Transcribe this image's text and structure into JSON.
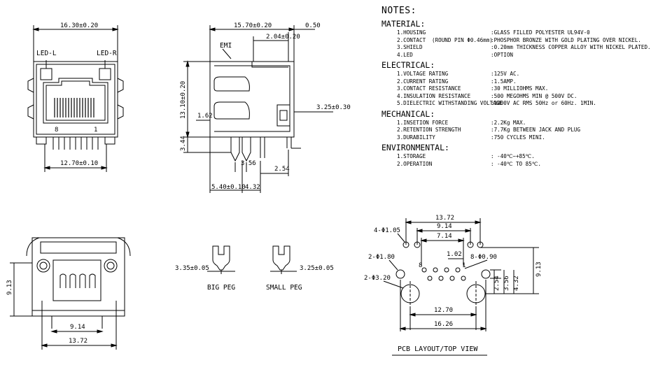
{
  "notes": {
    "title": "NOTES:",
    "sections": [
      {
        "name": "MATERIAL:",
        "rows": [
          {
            "item": "1.HOUSING",
            "extra": "",
            "value": ":GLASS FILLED POLYESTER UL94V-0"
          },
          {
            "item": "2.CONTACT",
            "extra": "(ROUND PIN Φ0.46mm)",
            "value": ":PHOSPHOR BRONZE WITH GOLD PLATING OVER NICKEL."
          },
          {
            "item": "3.SHIELD",
            "extra": "",
            "value": ":0.20mm THICKNESS COPPER ALLOY WITH NICKEL PLATED."
          },
          {
            "item": "4.LED",
            "extra": "",
            "value": ":OPTION"
          }
        ]
      },
      {
        "name": "ELECTRICAL:",
        "rows": [
          {
            "item": "1.VOLTAGE RATING",
            "extra": "",
            "value": ":125V AC."
          },
          {
            "item": "2.CURRENT RATING",
            "extra": "",
            "value": ":1.5AMP."
          },
          {
            "item": "3.CONTACT RESISTANCE",
            "extra": "",
            "value": ":30 MILLIOHMS MAX."
          },
          {
            "item": "4.INSULATION RESISTANCE",
            "extra": "",
            "value": ":500 MEGOHMS MIN @ 500V DC."
          },
          {
            "item": "5.DIELECTRIC WITHSTANDING VOLTAGE",
            "extra": "",
            "value": ":1000V AC RMS 50Hz or 60Hz. 1MIN."
          }
        ]
      },
      {
        "name": "MECHANICAL:",
        "rows": [
          {
            "item": "1.INSETION FORCE",
            "extra": "",
            "value": ":2.2Kg MAX."
          },
          {
            "item": "2.RETENTION STRENGTH",
            "extra": "",
            "value": ":7.7Kg BETWEEN JACK AND PLUG"
          },
          {
            "item": "3.DURABILITY",
            "extra": "",
            "value": ":750 CYCLES MINI."
          }
        ]
      },
      {
        "name": "ENVIRONMENTAL:",
        "rows": [
          {
            "item": "1.STORAGE",
            "extra": "",
            "value": ": -40℃~+85℃."
          },
          {
            "item": "2.OPERATION",
            "extra": "",
            "value": ": -40℃ TO 85℃."
          }
        ]
      }
    ]
  },
  "front_view": {
    "width_dim": "16.30±0.20",
    "led_left": "LED-L",
    "led_right": "LED-R",
    "pin_8": "8",
    "pin_1": "1",
    "pitch_dim": "12.70±0.10"
  },
  "side_view": {
    "length_dim": "15.70±0.20",
    "offset_dim": "2.04±0.20",
    "tab_dim": "0.50",
    "emi_label": "EMI",
    "height_dim": "13.10±0.20",
    "dim_162": "1.62",
    "dim_344": "3.44",
    "dim_325": "3.25±0.30",
    "dim_356": "3.56",
    "dim_254": "2.54",
    "dim_540": "5.40±0.10",
    "dim_432": "4.32"
  },
  "bottom_view": {
    "dim_913": "9.13",
    "dim_914": "9.14",
    "dim_1372": "13.72"
  },
  "pegs": {
    "big_dim": "3.35±0.05",
    "big_label": "BIG PEG",
    "small_dim": "3.25±0.05",
    "small_label": "SMALL PEG"
  },
  "pcb": {
    "dim_1372": "13.72",
    "dim_914": "9.14",
    "dim_714": "7.14",
    "dim_102": "1.02",
    "hole_105": "4-Φ1.05",
    "hole_180": "2-Φ1.80",
    "hole_320": "2-Φ3.20",
    "hole_090": "8-Φ0.90",
    "pin_8": "8",
    "pin_1": "1",
    "dim_1270": "12.70",
    "dim_1626": "16.26",
    "dim_254": "2.54",
    "dim_356": "3.56",
    "dim_432": "4.32",
    "dim_913": "9.13",
    "caption": "PCB LAYOUT/TOP VIEW"
  }
}
